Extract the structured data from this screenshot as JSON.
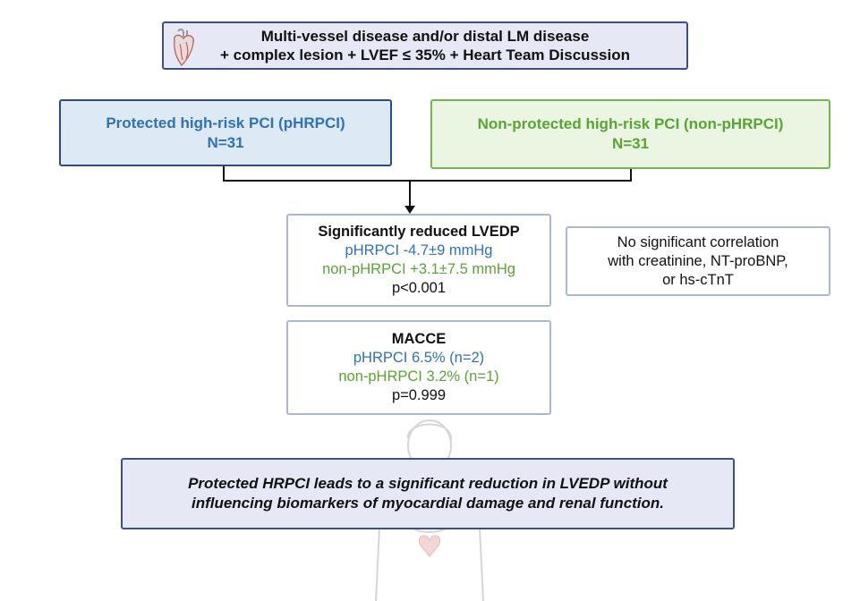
{
  "top": {
    "line1": "Multi-vessel disease and/or distal LM disease",
    "line2": "+ complex lesion + LVEF ≤ 35% + Heart Team Discussion",
    "icon": "heart-icon"
  },
  "groups": {
    "protected": {
      "name": "Protected high-risk PCI (pHRPCI)",
      "n": "N=31"
    },
    "nonprotected": {
      "name": "Non-protected high-risk PCI (non-pHRPCI)",
      "n": "N=31"
    }
  },
  "lvedp": {
    "title": "Significantly reduced LVEDP",
    "protected": "pHRPCI -4.7±9 mmHg",
    "nonprotected": "non-pHRPCI +3.1±7.5 mmHg",
    "p": "p<0.001"
  },
  "correlation": {
    "line1": "No significant correlation",
    "line2": "with creatinine, NT-proBNP,",
    "line3": "or hs-cTnT"
  },
  "macce": {
    "title": "MACCE",
    "protected": "pHRPCI 6.5% (n=2)",
    "nonprotected": "non-pHRPCI 3.2% (n=1)",
    "p": "p=0.999"
  },
  "conclusion": {
    "line1": "Protected HRPCI leads to a significant reduction in LVEDP without",
    "line2": "influencing biomarkers of myocardial damage and renal function."
  },
  "colors": {
    "protected": "#2f72b6",
    "nonprotected": "#5aa335",
    "frame": "#3f4f7f"
  }
}
